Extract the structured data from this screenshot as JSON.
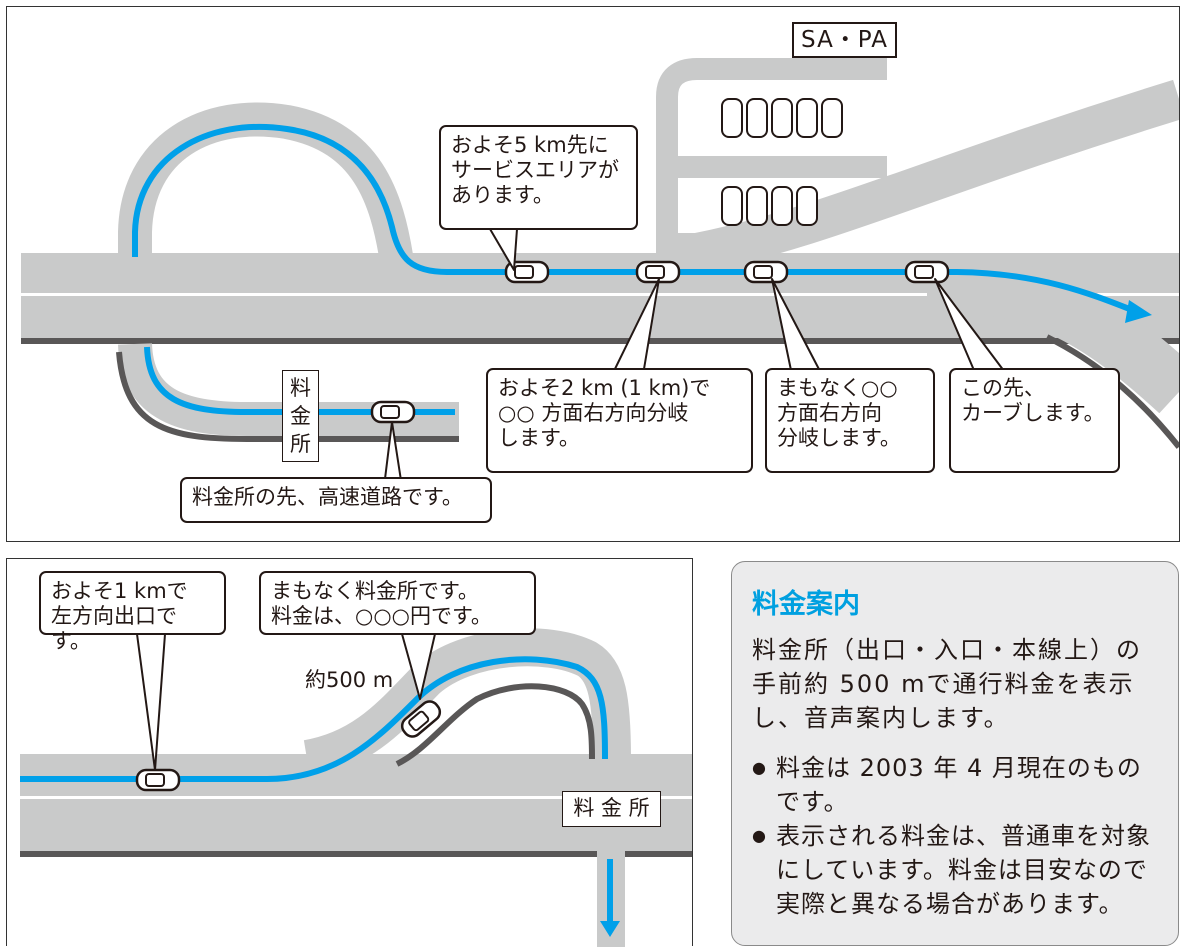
{
  "top_panel": {
    "sapa_label": "SA・PA",
    "bubble_sa": "およそ5 km先に\nサービスエリアが\nあります。",
    "bubble_branch1": "およそ2 km (1 km)で\n○○ 方面右方向分岐\nします。",
    "bubble_branch2": "まもなく○○\n方面右方向\n分岐します。",
    "bubble_curve": "この先、\nカーブします。",
    "bubble_expressway": "料金所の先、高速道路です。",
    "tollgate_sign": "料\n金\n所"
  },
  "bottom_panel": {
    "bubble_exit": "およそ1 kmで\n左方向出口です。",
    "bubble_toll": "まもなく料金所です。\n料金は、○○○円です。",
    "distance_label": "約500 m",
    "tollgate_sign": "料 金 所"
  },
  "info_box": {
    "title": "料金案内",
    "body": "料金所（出口・入口・本線上）の手前約 500 mで通行料金を表示し、音声案内します。",
    "notes": [
      "料金は 2003 年 4 月現在のものです。",
      "表示される料金は、普通車を対象にしています。料金は目安なので実際と異なる場合があります。"
    ]
  },
  "colors": {
    "route": "#00a0e9",
    "road": "#c9caca",
    "road_edge": "#595757",
    "info_title": "#00a0e0",
    "info_bg": "#ebebec"
  }
}
